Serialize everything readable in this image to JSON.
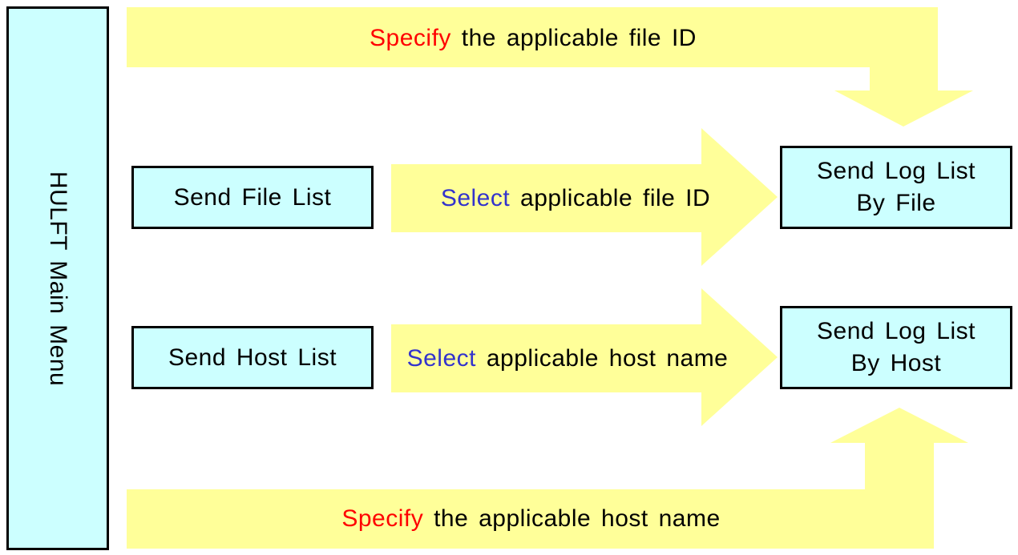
{
  "colors": {
    "arrow_fill": "#ffff99",
    "box_fill": "#ccffff",
    "box_border": "#000000",
    "specify_keyword": "#ff0000",
    "select_keyword": "#3333cc"
  },
  "main_menu": {
    "label": "HULFT Main Menu"
  },
  "boxes": {
    "send_file_list": "Send File List",
    "send_host_list": "Send Host List",
    "log_by_file": {
      "line1": "Send Log List",
      "line2": "By File"
    },
    "log_by_host": {
      "line1": "Send Log List",
      "line2": "By Host"
    }
  },
  "arrows": {
    "top": {
      "keyword": "Specify",
      "rest": "the applicable file ID"
    },
    "mid_file": {
      "keyword": "Select",
      "rest": "applicable file ID"
    },
    "mid_host": {
      "keyword": "Select",
      "rest": "applicable host name"
    },
    "bottom": {
      "keyword": "Specify",
      "rest": "the applicable host name"
    }
  }
}
